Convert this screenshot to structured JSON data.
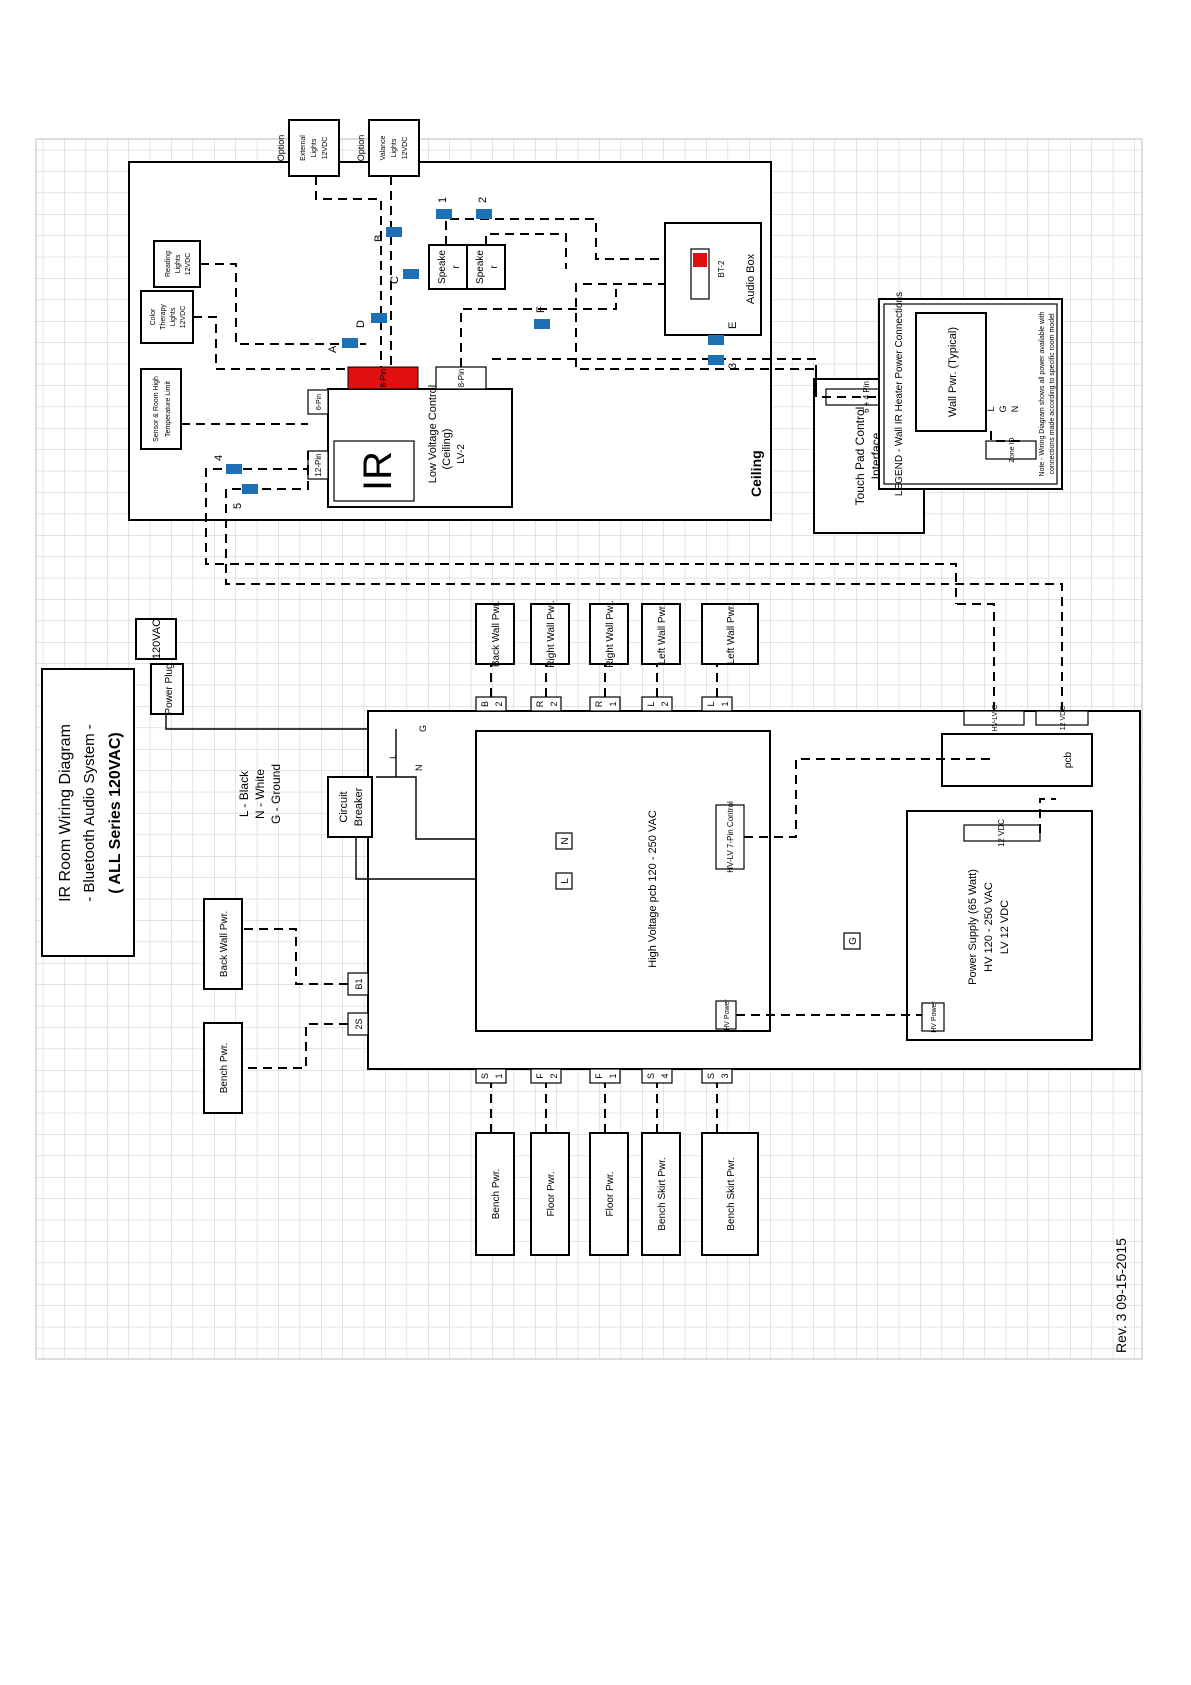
{
  "title": {
    "line1": "IR Room Wiring Diagram",
    "line2": "- Bluetooth Audio System -",
    "line3": "( ALL Series 120VAC)"
  },
  "revision": "Rev. 3  09-15-2015",
  "wire_legend": [
    "L - Black",
    "N - White",
    "G - Ground"
  ],
  "power": {
    "plug": "Power Plug",
    "vac": "120VAC"
  },
  "ceiling": {
    "label": "Ceiling",
    "ir_label": "IR",
    "lv_control": [
      "Low Voltage Control",
      "(Ceiling)",
      "LV-2"
    ],
    "pin_6": "6-Pin",
    "pin_12": "12-Pin",
    "pin_8": "8-Pin",
    "pin_red": "8-Pin",
    "sensor": [
      "Sensor & Room High",
      "Temperature Limit"
    ],
    "color_therapy": [
      "Color",
      "Therapy",
      "Lights",
      "12VDC"
    ],
    "reading": [
      "Reading",
      "Lights",
      "12VDC"
    ],
    "external": [
      "External",
      "Lights",
      "12VDC"
    ],
    "valance": [
      "Valance",
      "Lights",
      "12VDC"
    ],
    "option": "Option",
    "speaker": [
      "Speake",
      "r"
    ],
    "audio_box": "Audio Box",
    "bt2": "BT-2",
    "touch_pad": [
      "Touch Pad Control",
      "Interface"
    ],
    "pin_6_4": "6 + 4 Pin",
    "conn_letters": [
      "A",
      "D",
      "B",
      "C",
      "F",
      "E",
      "1",
      "2",
      "3",
      "4",
      "5"
    ]
  },
  "legend": {
    "title": "LEGEND - Wall IR Heater Power Connections",
    "wall_pwr": "Wall Pwr. (Typical)",
    "zone": "Zone ID",
    "lgn": [
      "L",
      "G",
      "N"
    ],
    "note1": "Note - Wiring Diagram shows all power available with",
    "note2": "connections made according to specific room model"
  },
  "main_box": {
    "circuit_breaker": [
      "Circuit",
      "Breaker"
    ],
    "wires": [
      "L",
      "N",
      "G"
    ],
    "hv_pcb": "High Voltage pcb  120 - 250 VAC",
    "hv_lv_control": "HV-LV 7-Pin Control",
    "hv_power": "HV Power",
    "n": "N",
    "l": "L",
    "g": "G",
    "pcb": "pcb",
    "hv_lv_c": "HV-LV C",
    "v12_top": "12 VDC",
    "ps": [
      "Power Supply (65 Watt)",
      "HV 120 - 250 VAC",
      "LV 12 VDC"
    ],
    "ps_12vdc": "12 VDC",
    "ps_hv": "HV Power",
    "b1": "B1",
    "s2": "2S"
  },
  "top_terminals": [
    {
      "code": [
        "B",
        "2"
      ],
      "label": "Back Wall Pwr."
    },
    {
      "code": [
        "R",
        "2"
      ],
      "label": "Right Wall Pwr."
    },
    {
      "code": [
        "R",
        "1"
      ],
      "label": "Right Wall Pwr."
    },
    {
      "code": [
        "L",
        "2"
      ],
      "label": "Left Wall Pwr."
    },
    {
      "code": [
        "L",
        "1"
      ],
      "label": "Left Wall Pwr."
    }
  ],
  "bottom_terminals": [
    {
      "code": [
        "S",
        "1"
      ],
      "label": "Bench Pwr."
    },
    {
      "code": [
        "F",
        "2"
      ],
      "label": "Floor Pwr."
    },
    {
      "code": [
        "F",
        "1"
      ],
      "label": "Floor Pwr."
    },
    {
      "code": [
        "S",
        "4"
      ],
      "label": "Bench Skirt Pwr."
    },
    {
      "code": [
        "S",
        "3"
      ],
      "label": "Bench Skirt Pwr."
    }
  ],
  "left_side": {
    "back_wall": "Back Wall Pwr.",
    "bench": "Bench Pwr."
  }
}
